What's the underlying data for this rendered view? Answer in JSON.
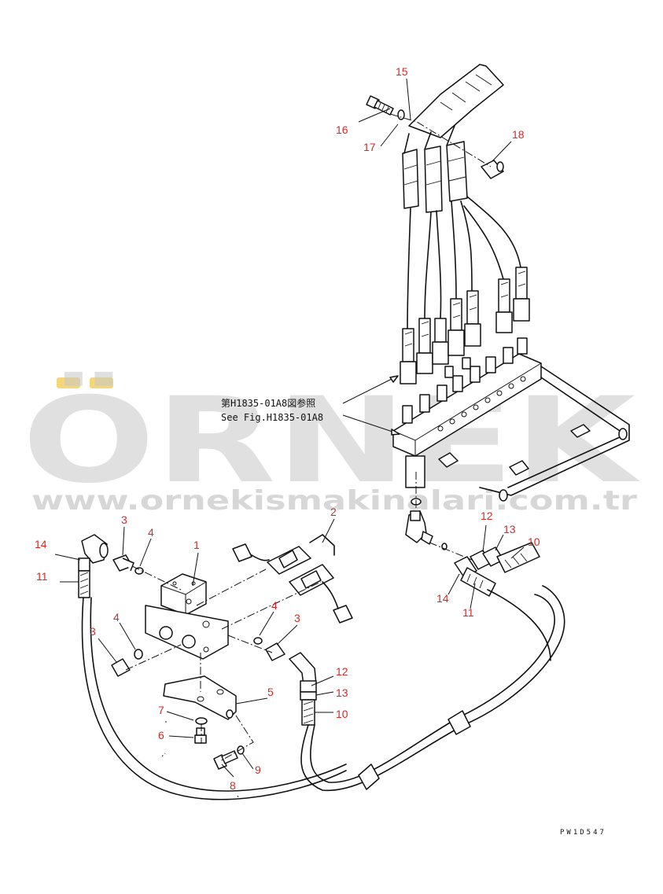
{
  "callouts": [
    {
      "id": "c15",
      "label": "15"
    },
    {
      "id": "c16",
      "label": "16"
    },
    {
      "id": "c17",
      "label": "17"
    },
    {
      "id": "c18",
      "label": "18"
    },
    {
      "id": "c1",
      "label": "1"
    },
    {
      "id": "c2",
      "label": "2"
    },
    {
      "id": "c3a",
      "label": "3"
    },
    {
      "id": "c3b",
      "label": "3"
    },
    {
      "id": "c3c",
      "label": "3"
    },
    {
      "id": "c4a",
      "label": "4"
    },
    {
      "id": "c4b",
      "label": "4"
    },
    {
      "id": "c4c",
      "label": "4"
    },
    {
      "id": "c5",
      "label": "5"
    },
    {
      "id": "c6",
      "label": "6"
    },
    {
      "id": "c7",
      "label": "7"
    },
    {
      "id": "c8",
      "label": "8"
    },
    {
      "id": "c9",
      "label": "9"
    },
    {
      "id": "c10a",
      "label": "10"
    },
    {
      "id": "c10b",
      "label": "10"
    },
    {
      "id": "c11a",
      "label": "11"
    },
    {
      "id": "c11b",
      "label": "11"
    },
    {
      "id": "c12a",
      "label": "12"
    },
    {
      "id": "c12b",
      "label": "12"
    },
    {
      "id": "c13a",
      "label": "13"
    },
    {
      "id": "c13b",
      "label": "13"
    },
    {
      "id": "c14a",
      "label": "14"
    },
    {
      "id": "c14b",
      "label": "14"
    }
  ],
  "reference": {
    "line_jp": "第H1835-01A8図参照",
    "line_en": "See Fig.H1835-01A8"
  },
  "drawing_code": "PW1D547",
  "watermark": {
    "brand": "ÖRNEK",
    "url": "www.ornekismakinalari.com.tr"
  }
}
